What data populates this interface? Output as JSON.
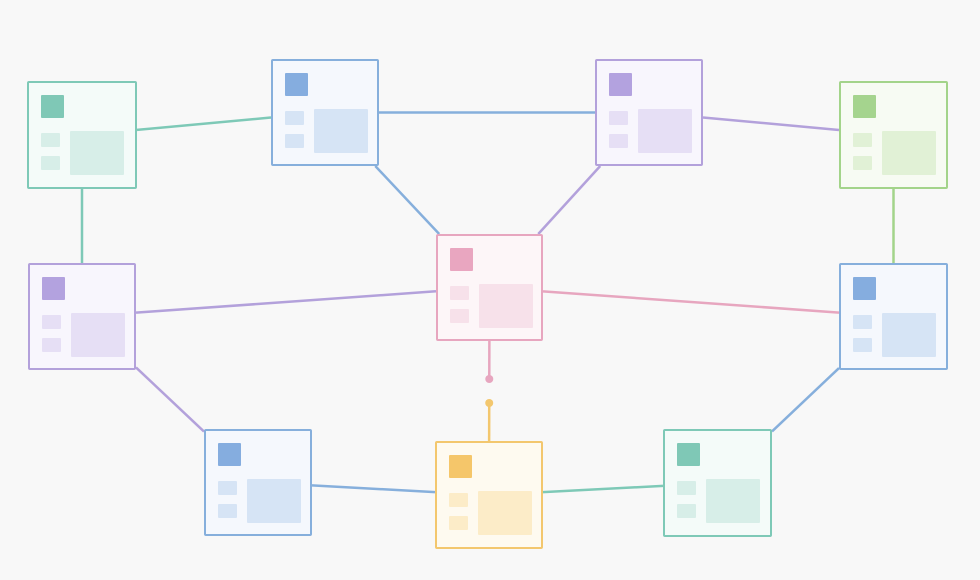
{
  "diagram": {
    "palette": {
      "teal": {
        "stroke": "#7ec9b7",
        "fill": "#f4fbf9",
        "accent": "#7fc8b6",
        "soft": "#d7eee8"
      },
      "blue": {
        "stroke": "#86afdc",
        "fill": "#f5f8fd",
        "accent": "#85addf",
        "soft": "#d6e4f5"
      },
      "purple": {
        "stroke": "#b3a1db",
        "fill": "#f8f6fd",
        "accent": "#b3a2df",
        "soft": "#e6dff5"
      },
      "green": {
        "stroke": "#a3d48a",
        "fill": "#f7fbf3",
        "accent": "#a5d48e",
        "soft": "#e1f1d6"
      },
      "pink": {
        "stroke": "#e7a6bf",
        "fill": "#fdf6f8",
        "accent": "#e9a6c0",
        "soft": "#f7e1ea"
      },
      "orange": {
        "stroke": "#f3c76e",
        "fill": "#fefaf0",
        "accent": "#f5c66a",
        "soft": "#fcecc8"
      }
    },
    "nodes": [
      {
        "id": "top-left",
        "color": "teal"
      },
      {
        "id": "top-center-left",
        "color": "blue"
      },
      {
        "id": "top-center-right",
        "color": "purple"
      },
      {
        "id": "top-right",
        "color": "green"
      },
      {
        "id": "mid-left",
        "color": "purple"
      },
      {
        "id": "center",
        "color": "pink"
      },
      {
        "id": "mid-right",
        "color": "blue"
      },
      {
        "id": "bottom-left",
        "color": "blue"
      },
      {
        "id": "bottom-center",
        "color": "orange"
      },
      {
        "id": "bottom-right",
        "color": "teal"
      }
    ],
    "edges": [
      {
        "from": "top-left",
        "to": "top-center-left",
        "color": "teal"
      },
      {
        "from": "top-center-left",
        "to": "top-center-right",
        "color": "blue"
      },
      {
        "from": "top-center-right",
        "to": "top-right",
        "color": "purple"
      },
      {
        "from": "top-left",
        "to": "mid-left",
        "color": "teal"
      },
      {
        "from": "top-right",
        "to": "mid-right",
        "color": "green"
      },
      {
        "from": "top-center-left",
        "to": "center",
        "color": "blue"
      },
      {
        "from": "top-center-right",
        "to": "center",
        "color": "purple"
      },
      {
        "from": "mid-left",
        "to": "center",
        "color": "purple"
      },
      {
        "from": "center",
        "to": "mid-right",
        "color": "pink"
      },
      {
        "from": "mid-left",
        "to": "bottom-left",
        "color": "purple"
      },
      {
        "from": "mid-right",
        "to": "bottom-right",
        "color": "blue"
      },
      {
        "from": "bottom-left",
        "to": "bottom-center",
        "color": "blue"
      },
      {
        "from": "bottom-center",
        "to": "bottom-right",
        "color": "teal"
      },
      {
        "from": "center",
        "to": "bottom-center",
        "color": "pink",
        "broken": true,
        "second_color": "orange"
      }
    ]
  }
}
